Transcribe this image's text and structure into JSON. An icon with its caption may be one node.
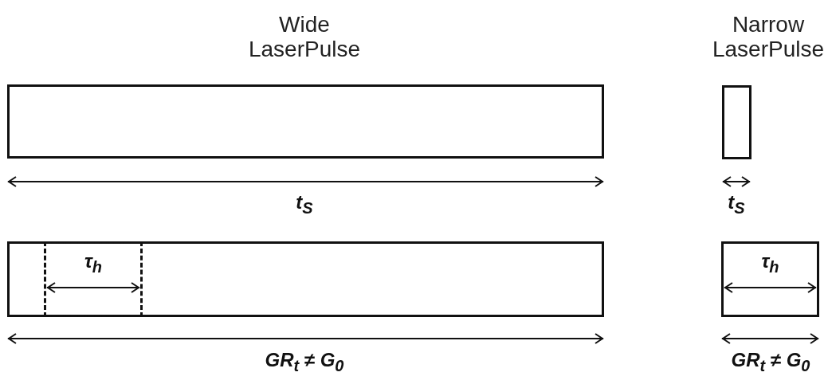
{
  "diagram": {
    "nodes": [
      {
        "text": [],
        "shape": "box"
      },
      {
        "text": [],
        "shape": "box"
      },
      {
        "text": [],
        "shape": "box"
      },
      {
        "text": [
          "τ$_{h}$"
        ],
        "in": 2
      },
      {
        "text": [
          "τ$_{h}$"
        ]
      }
    ],
    "labels": [
      "Wide LaserPulse",
      "Narrow LaserPulse",
      "t$_{S}$",
      "t$_{S}$",
      "GR$_{t}$ ≠ G$_{0}$",
      "GR$_{t}$ ≠ G$_{0}$"
    ]
  }
}
